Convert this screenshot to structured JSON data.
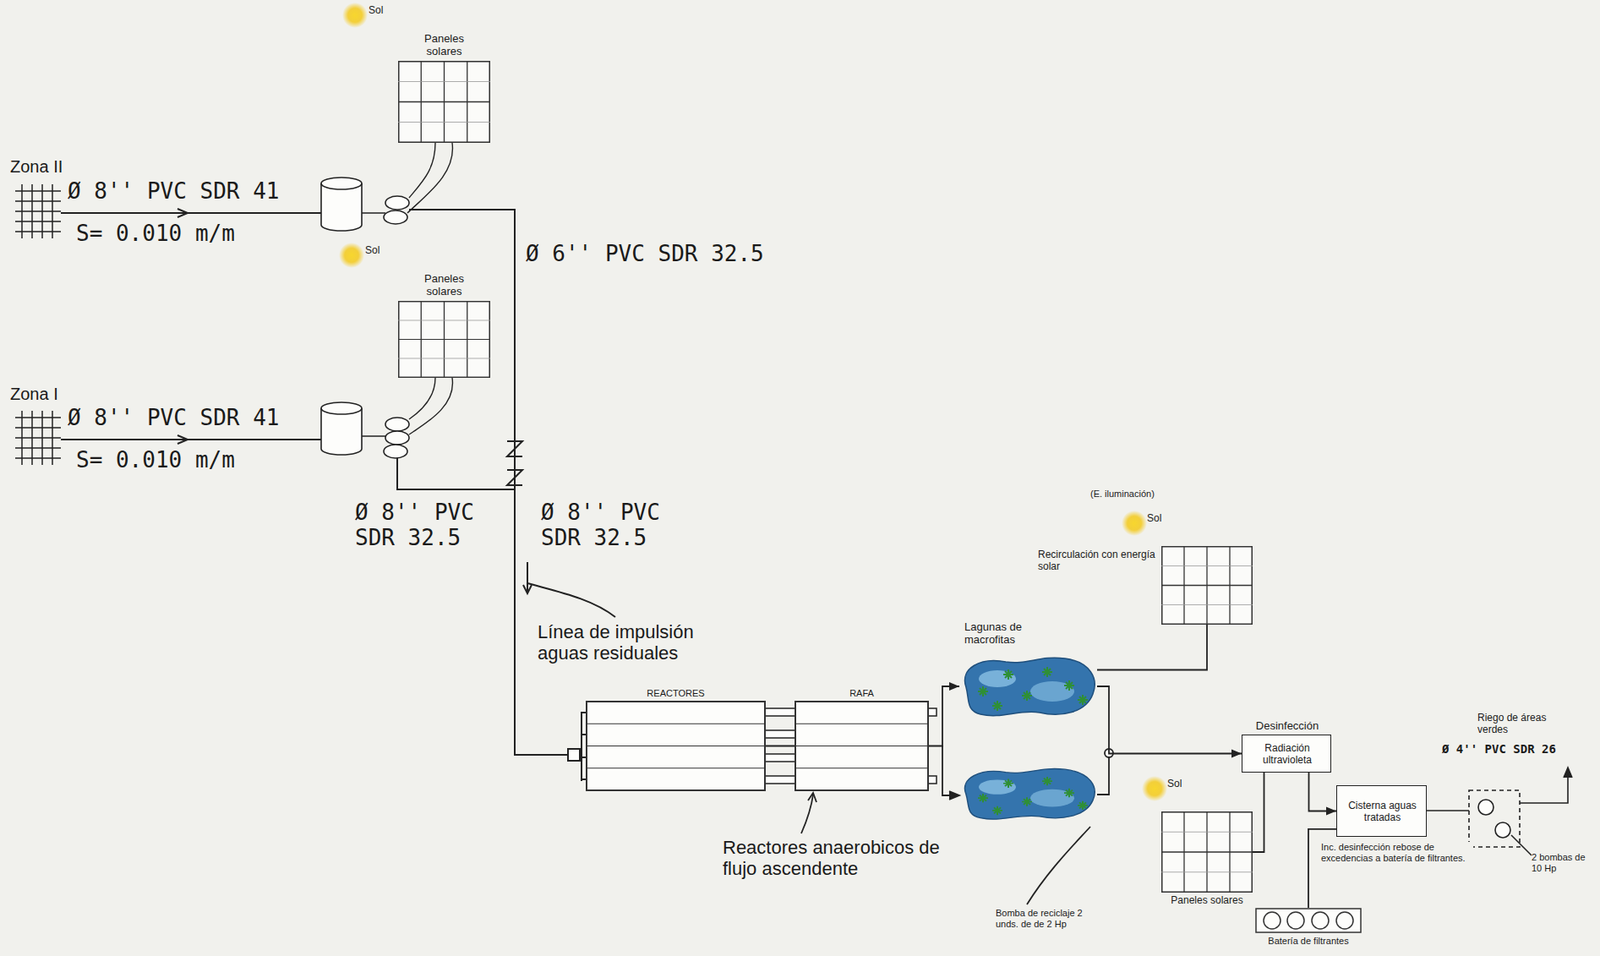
{
  "diagram": {
    "nodes": [
      {
        "text": [
          "Paneles solares"
        ]
      },
      {
        "text": [
          "Paneles solares"
        ]
      },
      {
        "text": [
          "REACTORES"
        ]
      },
      {
        "text": [
          "RAFA"
        ]
      },
      {
        "text": [
          "Lagunas de macrofitas"
        ]
      },
      {
        "text": [
          "Recirculación con energía solar"
        ]
      },
      {
        "text": [
          "Desinfección",
          "Radiación ultravioleta"
        ]
      },
      {
        "text": [
          "Cisterna aguas tratadas"
        ]
      },
      {
        "text": [
          "Paneles solares"
        ]
      },
      {
        "text": [
          "Batería de filtrantes"
        ]
      }
    ],
    "edges": [
      {
        "from": 2,
        "to": 3,
        "arrow": "none"
      },
      {
        "from": 3,
        "to": 4,
        "arrow": "to"
      },
      {
        "from": 4,
        "to": 6,
        "arrow": "to"
      },
      {
        "from": 6,
        "to": 7,
        "arrow": "to"
      },
      {
        "from": 7,
        "to": 9,
        "arrow": "none"
      },
      {
        "from": 5,
        "to": 4,
        "arrow": "none"
      },
      {
        "from": 8,
        "to": 6,
        "arrow": "none"
      }
    ],
    "labels": [
      "Sol",
      "Zona II",
      "Ø 8'' PVC SDR 41",
      "S= 0.010 m/m",
      "Sol",
      "Ø 6'' PVC SDR 32.5",
      "Zona I",
      "Ø 8'' PVC SDR 41",
      "S= 0.010 m/m",
      "Ø 8'' PVC SDR 32.5",
      "Ø 8'' PVC SDR 32.5",
      "Línea de impulsión aguas residuales",
      "Reactores anaerobicos de flujo ascendente",
      "(E. iluminación)",
      "Sol",
      "Inc. desinfección rebose de excedencias a batería de filtrantes.",
      "Sol",
      "Bomba de reciclaje 2 unds. de de 2 Hp",
      "Riego de áreas verdes",
      "Ø 4'' PVC SDR 26",
      "2 bombas de 10 Hp"
    ]
  }
}
